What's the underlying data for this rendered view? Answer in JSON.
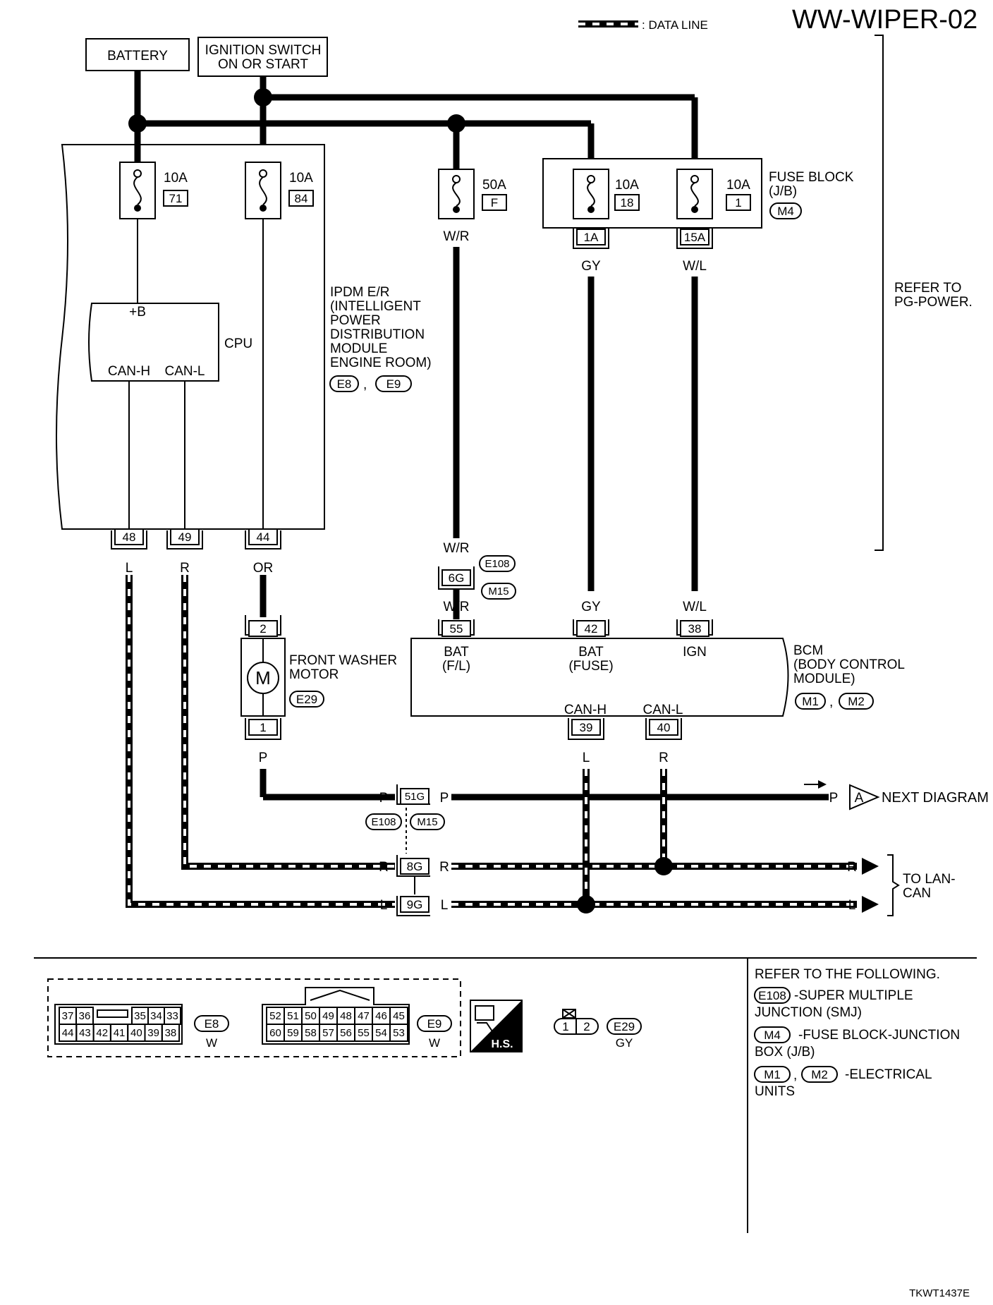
{
  "header": {
    "title": "WW-WIPER-02",
    "legend_label": ": DATA LINE",
    "ref_pg_power": "REFER TO\nPG-POWER."
  },
  "sources": {
    "battery": "BATTERY",
    "ignition": "IGNITION SWITCH\nON OR START"
  },
  "fuses": [
    {
      "amp": "10A",
      "num": "71"
    },
    {
      "amp": "10A",
      "num": "84"
    },
    {
      "amp": "50A",
      "num": "F"
    },
    {
      "amp": "10A",
      "num": "18"
    },
    {
      "amp": "10A",
      "num": "1"
    }
  ],
  "fuse_block": {
    "label": "FUSE BLOCK\n(J/B)",
    "connector": "M4",
    "pin_1a": "1A",
    "pin_15a": "15A"
  },
  "ipdm": {
    "label": "IPDM E/R\n(INTELLIGENT\n POWER\n DISTRIBUTION\n MODULE\n ENGINE ROOM)",
    "conn1": "E8",
    "conn2": "E9",
    "cpu": "CPU",
    "plus_b": "+B",
    "can_h": "CAN-H",
    "can_l": "CAN-L",
    "pins": [
      "48",
      "49",
      "44"
    ]
  },
  "washer_motor": {
    "label": "FRONT WASHER\nMOTOR",
    "connector": "E29",
    "pin_top": "2",
    "pin_bottom": "1",
    "symbol": "M"
  },
  "bcm": {
    "label": "BCM\n(BODY CONTROL\n MODULE)",
    "conn1": "M1",
    "conn2": "M2",
    "bat_fl": "BAT\n(F/L)",
    "bat_fuse": "BAT\n(FUSE)",
    "ign": "IGN",
    "can_h": "CAN-H",
    "can_l": "CAN-L",
    "pins": [
      "55",
      "42",
      "38",
      "39",
      "40"
    ]
  },
  "smj": {
    "e108": "E108",
    "m15": "M15",
    "pin_6g": "6G",
    "pin_51g": "51G",
    "pin_8g": "8G",
    "pin_9g": "9G"
  },
  "wire_colors": {
    "wr": "W/R",
    "gy": "GY",
    "wl": "W/L",
    "l": "L",
    "r": "R",
    "or": "OR",
    "p": "P"
  },
  "outputs": {
    "next_diagram": "NEXT DIAGRAM",
    "connector_a": "A",
    "to_lan_can": "TO LAN-\nCAN"
  },
  "connector_views": {
    "e8_top": [
      "37",
      "36",
      "",
      "35",
      "34",
      "33"
    ],
    "e8_bottom": [
      "44",
      "43",
      "42",
      "41",
      "40",
      "39",
      "38"
    ],
    "e8_name": "E8",
    "e8_color": "W",
    "e9_top": [
      "52",
      "51",
      "50",
      "49",
      "48",
      "47",
      "46",
      "45"
    ],
    "e9_bottom": [
      "60",
      "59",
      "58",
      "57",
      "56",
      "55",
      "54",
      "53"
    ],
    "e9_name": "E9",
    "e9_color": "W",
    "hs": "H.S.",
    "e29_pins": [
      "1",
      "2"
    ],
    "e29_name": "E29",
    "e29_color": "GY"
  },
  "references": {
    "header": "REFER TO THE FOLLOWING.",
    "items": [
      {
        "codes": [
          "E108"
        ],
        "text": "-SUPER MULTIPLE\nJUNCTION (SMJ)"
      },
      {
        "codes": [
          "M4"
        ],
        "text": "-FUSE BLOCK-JUNCTION\nBOX (J/B)"
      },
      {
        "codes": [
          "M1",
          "M2"
        ],
        "text": "-ELECTRICAL\nUNITS"
      }
    ]
  },
  "footer_code": "TKWT1437E"
}
